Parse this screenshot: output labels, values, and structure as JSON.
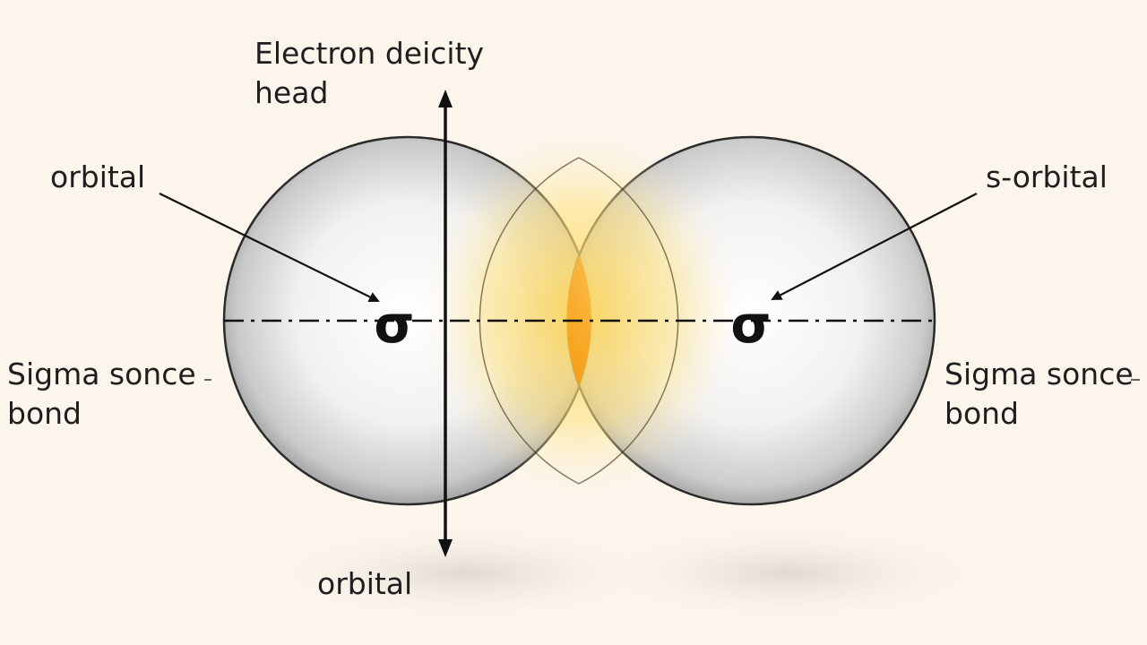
{
  "title_lines": [
    "Electron deicity",
    "head"
  ],
  "labels": {
    "orbital_left": "orbital",
    "s_orbital_right": "s-orbital",
    "sigma_left_lines": [
      "Sigma sonce",
      "bond"
    ],
    "sigma_right_lines": [
      "Sigma sonce",
      "bond"
    ],
    "orbital_bottom": "orbital"
  },
  "symbols": {
    "left_center": "σ",
    "right_center": "σ"
  },
  "colors": {
    "background": "#fbf5ec",
    "sphere_edge": "#2a2a2a",
    "overlap_core": "#f7a21a",
    "overlap_glow": "#ffd65a"
  }
}
